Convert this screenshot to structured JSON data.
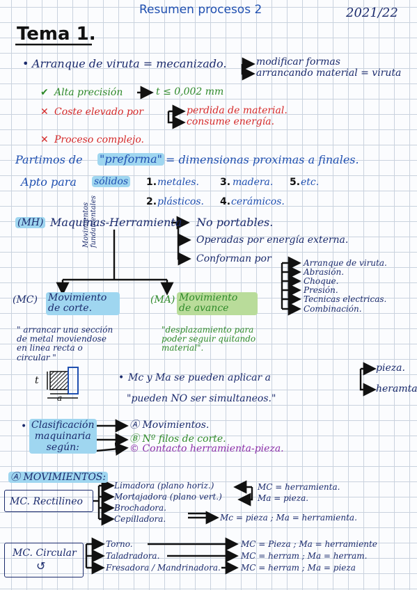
{
  "header": {
    "title": "Resumen procesos 2",
    "date": "2021/22"
  },
  "tema": "Tema 1.",
  "arranque": {
    "bullet": "•",
    "text": "Arranque de viruta = mecanizado.",
    "def1": "modificar formas",
    "def2": "arrancando material = viruta"
  },
  "pros_cons": {
    "check": "✔",
    "alta": "Alta precisión",
    "alta_val": "t ≤ 0,002 mm",
    "cross1": "✕",
    "coste": "Coste elevado por",
    "coste_a": "perdida de material.",
    "coste_b": "consume energía.",
    "cross2": "✕",
    "complejo": "Proceso complejo."
  },
  "preforma": {
    "line1_a": "Partimos de",
    "line1_hl": "\"preforma\"",
    "line1_b": "= dimensionas proximas a finales.",
    "apto": "Apto para",
    "solidos": "sólidos",
    "s1": "1.",
    "s1t": "metales.",
    "s2": "2.",
    "s2t": "plásticos.",
    "s3": "3.",
    "s3t": "madera.",
    "s4": "4.",
    "s4t": "cerámicos.",
    "s5": "5.",
    "s5t": "etc."
  },
  "mh": {
    "abbr": "(MH)",
    "label": "Maquinas-Herramienta",
    "r1": "No portables.",
    "r2": "Operadas por energía externa.",
    "r3": "Conforman por",
    "sub": [
      "Arranque de viruta.",
      "Abrasión.",
      "Choque.",
      "Presión.",
      "Tecnicas electricas.",
      "Combinación."
    ],
    "vert1": "Movimientos",
    "vert2": "fundamentales"
  },
  "mc": {
    "abbr": "(MC)",
    "l1": "Movimiento",
    "l2": "de corte.",
    "quote": [
      "\" arrancar una sección",
      "de metal moviendose",
      "en linea recta o",
      "circular \""
    ]
  },
  "ma": {
    "abbr": "(MA)",
    "l1": "Movimiento",
    "l2": "de avance",
    "quote": [
      "\"desplazamiento para",
      "poder seguir quitando",
      "material\"."
    ]
  },
  "diagram": {
    "t": "t",
    "a": "a"
  },
  "mcma": {
    "bullet": "•",
    "line": "Mc y Ma se pueden aplicar a",
    "opt1": "pieza.",
    "opt2": "heramta",
    "quote": "\"pueden NO ser simultaneos.\""
  },
  "clasif": {
    "bullet": "•",
    "l1": "Clasificación",
    "l2": "maquinaria",
    "l3": "según:",
    "a": "Ⓐ Movimientos.",
    "b": "Ⓑ Nº filos de corte.",
    "c": "© Contacto herramienta-pieza."
  },
  "movimientos": {
    "heading": "Ⓐ MOVIMIENTOS:",
    "rect_label": "MC. Rectilineo",
    "rect_items": [
      "Limadora (plano horiz.)",
      "Mortajadora (plano vert.)",
      "Brochadora.",
      "Cepilladora."
    ],
    "rect_r1a": "MC = herramienta.",
    "rect_r1b": "Ma = pieza.",
    "rect_r2": "Mc = pieza ; Ma = herramienta.",
    "circ_label": "MC. Circular",
    "circ_icon": "↺",
    "circ_items": [
      "Torno.",
      "Taladradora.",
      "Fresadora / Mandrinadora."
    ],
    "circ_r1": "MC = Pieza ; Ma = herramiente",
    "circ_r2": "MC = herram ; Ma = herram.",
    "circ_r3": "MC = herram ; Ma = pieza"
  },
  "colors": {
    "navy": "#1a2a6c",
    "blue": "#1f4fb0",
    "green": "#2f8a2a",
    "red": "#d52a2a",
    "purple": "#8a2fa8",
    "highlight_blue": "#9fd6f0",
    "highlight_green": "#b9dc9a"
  }
}
